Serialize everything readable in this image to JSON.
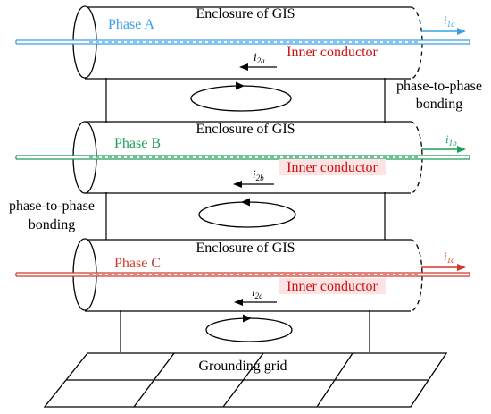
{
  "colors": {
    "phase_a": "#3aa0e6",
    "phase_b": "#1f9e5a",
    "phase_c": "#d03a2c",
    "inner_conductor": "#cc1111",
    "highlight": "#fde3e3",
    "line": "#000000"
  },
  "phases": [
    {
      "enclosure_label": "Enclosure of GIS",
      "phase_label": "Phase A",
      "inner_label": "Inner conductor",
      "outer_current": {
        "base": "i",
        "sub": "1a"
      },
      "inner_current": {
        "base": "i",
        "sub": "2a"
      }
    },
    {
      "enclosure_label": "Enclosure of GIS",
      "phase_label": "Phase B",
      "inner_label": "Inner conductor",
      "outer_current": {
        "base": "i",
        "sub": "1b"
      },
      "inner_current": {
        "base": "i",
        "sub": "2b"
      }
    },
    {
      "enclosure_label": "Enclosure of GIS",
      "phase_label": "Phase C",
      "inner_label": "Inner conductor",
      "outer_current": {
        "base": "i",
        "sub": "1c"
      },
      "inner_current": {
        "base": "i",
        "sub": "2c"
      }
    }
  ],
  "bonding_right": [
    "phase-to-phase",
    "bonding"
  ],
  "bonding_left": [
    "phase-to-phase",
    "bonding"
  ],
  "grounding_label": "Grounding grid"
}
